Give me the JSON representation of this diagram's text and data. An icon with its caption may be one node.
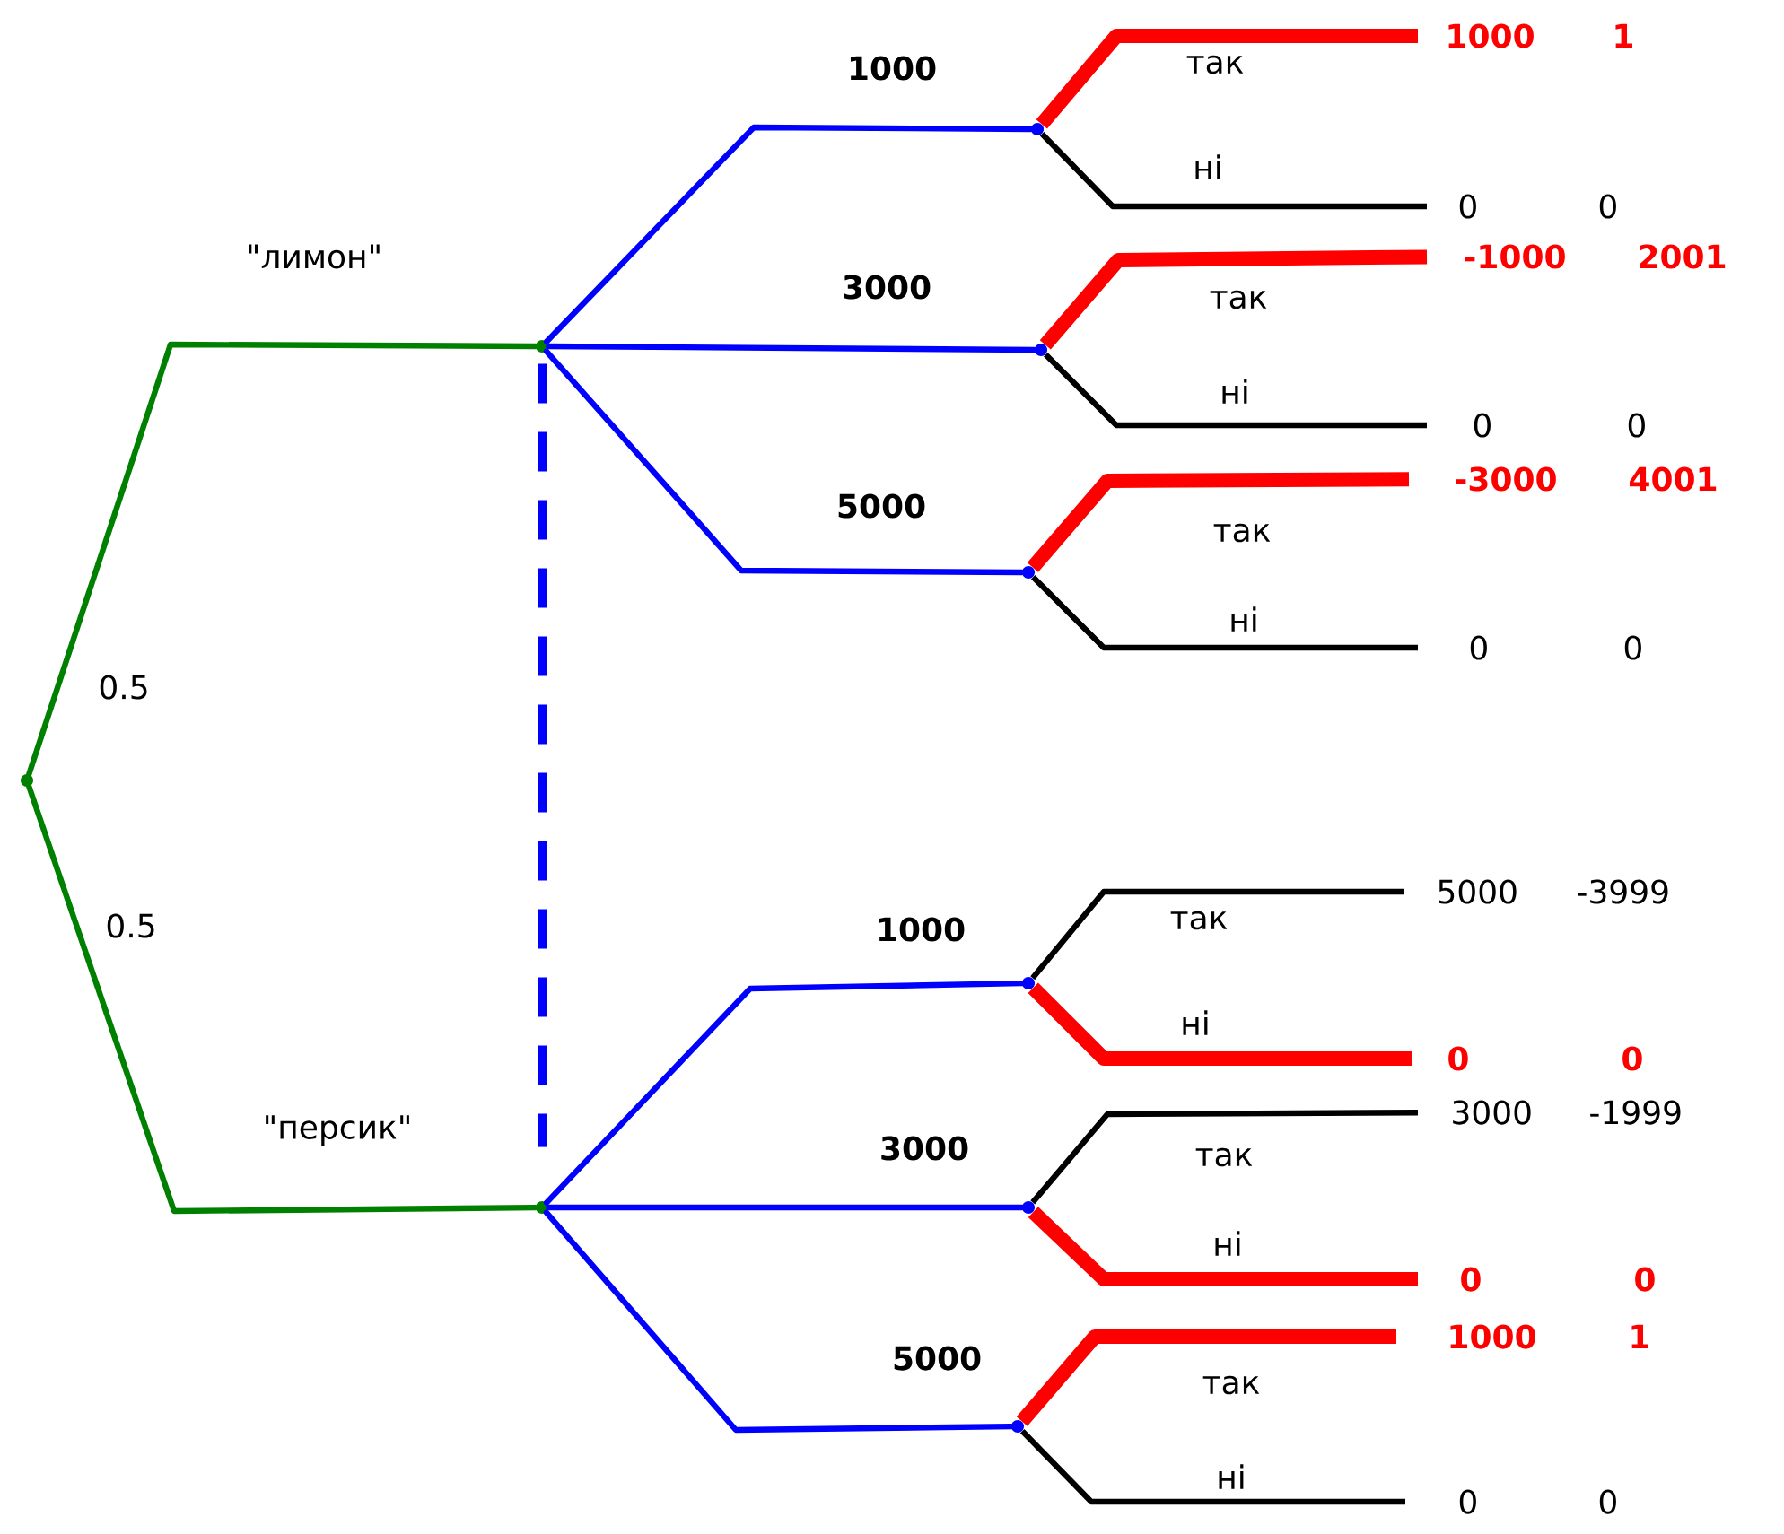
{
  "diagram": {
    "nodes": [
      {
        "text": [],
        "shape": "point"
      },
      {
        "text": [],
        "shape": "point"
      },
      {
        "text": [],
        "shape": "point"
      },
      {
        "text": [],
        "shape": "point"
      },
      {
        "text": [],
        "shape": "point"
      },
      {
        "text": [],
        "shape": "point"
      },
      {
        "text": [],
        "shape": "point"
      },
      {
        "text": [],
        "shape": "point"
      },
      {
        "text": [],
        "shape": "point"
      },
      {
        "text": [
          "1000",
          "1"
        ]
      },
      {
        "text": [
          "0",
          "0"
        ]
      },
      {
        "text": [
          "-1000",
          "2001"
        ]
      },
      {
        "text": [
          "0",
          "0"
        ]
      },
      {
        "text": [
          "-3000",
          "4001"
        ]
      },
      {
        "text": [
          "0",
          "0"
        ]
      },
      {
        "text": [
          "5000",
          "-3999"
        ]
      },
      {
        "text": [
          "0",
          "0"
        ]
      },
      {
        "text": [
          "3000",
          "-1999"
        ]
      },
      {
        "text": [
          "0",
          "0"
        ]
      },
      {
        "text": [
          "1000",
          "1"
        ]
      },
      {
        "text": [
          "0",
          "0"
        ]
      }
    ],
    "edges": [
      {
        "from": 0,
        "to": 1,
        "arrow": "none",
        "label": "\"лимон\"",
        "color": "#008000"
      },
      {
        "from": 0,
        "to": 2,
        "arrow": "none",
        "label": "\"персик\"",
        "color": "#008000"
      },
      {
        "from": 1,
        "to": 2,
        "arrow": "none",
        "style": "dashed",
        "color": "#0000ff"
      },
      {
        "from": 1,
        "to": 3,
        "arrow": "none",
        "label": "1000",
        "color": "#0000ff"
      },
      {
        "from": 1,
        "to": 4,
        "arrow": "none",
        "label": "3000",
        "color": "#0000ff"
      },
      {
        "from": 1,
        "to": 5,
        "arrow": "none",
        "label": "5000",
        "color": "#0000ff"
      },
      {
        "from": 2,
        "to": 6,
        "arrow": "none",
        "label": "1000",
        "color": "#0000ff"
      },
      {
        "from": 2,
        "to": 7,
        "arrow": "none",
        "label": "3000",
        "color": "#0000ff"
      },
      {
        "from": 2,
        "to": 8,
        "arrow": "none",
        "label": "5000",
        "color": "#0000ff"
      },
      {
        "from": 3,
        "to": 9,
        "arrow": "none",
        "label": "так",
        "style": "thick",
        "color": "#ff0000"
      },
      {
        "from": 3,
        "to": 10,
        "arrow": "none",
        "label": "ні",
        "color": "#000000"
      },
      {
        "from": 4,
        "to": 11,
        "arrow": "none",
        "label": "так",
        "style": "thick",
        "color": "#ff0000"
      },
      {
        "from": 4,
        "to": 12,
        "arrow": "none",
        "label": "ні",
        "color": "#000000"
      },
      {
        "from": 5,
        "to": 13,
        "arrow": "none",
        "label": "так",
        "style": "thick",
        "color": "#ff0000"
      },
      {
        "from": 5,
        "to": 14,
        "arrow": "none",
        "label": "ні",
        "color": "#000000"
      },
      {
        "from": 6,
        "to": 15,
        "arrow": "none",
        "label": "так",
        "color": "#000000"
      },
      {
        "from": 6,
        "to": 16,
        "arrow": "none",
        "label": "ні",
        "style": "thick",
        "color": "#ff0000"
      },
      {
        "from": 7,
        "to": 17,
        "arrow": "none",
        "label": "так",
        "color": "#000000"
      },
      {
        "from": 7,
        "to": 18,
        "arrow": "none",
        "label": "ні",
        "style": "thick",
        "color": "#ff0000"
      },
      {
        "from": 8,
        "to": 19,
        "arrow": "none",
        "label": "так",
        "style": "thick",
        "color": "#ff0000"
      },
      {
        "from": 8,
        "to": 20,
        "arrow": "none",
        "label": "ні",
        "color": "#000000"
      }
    ],
    "labels": [
      "0.5",
      "0.5"
    ]
  }
}
